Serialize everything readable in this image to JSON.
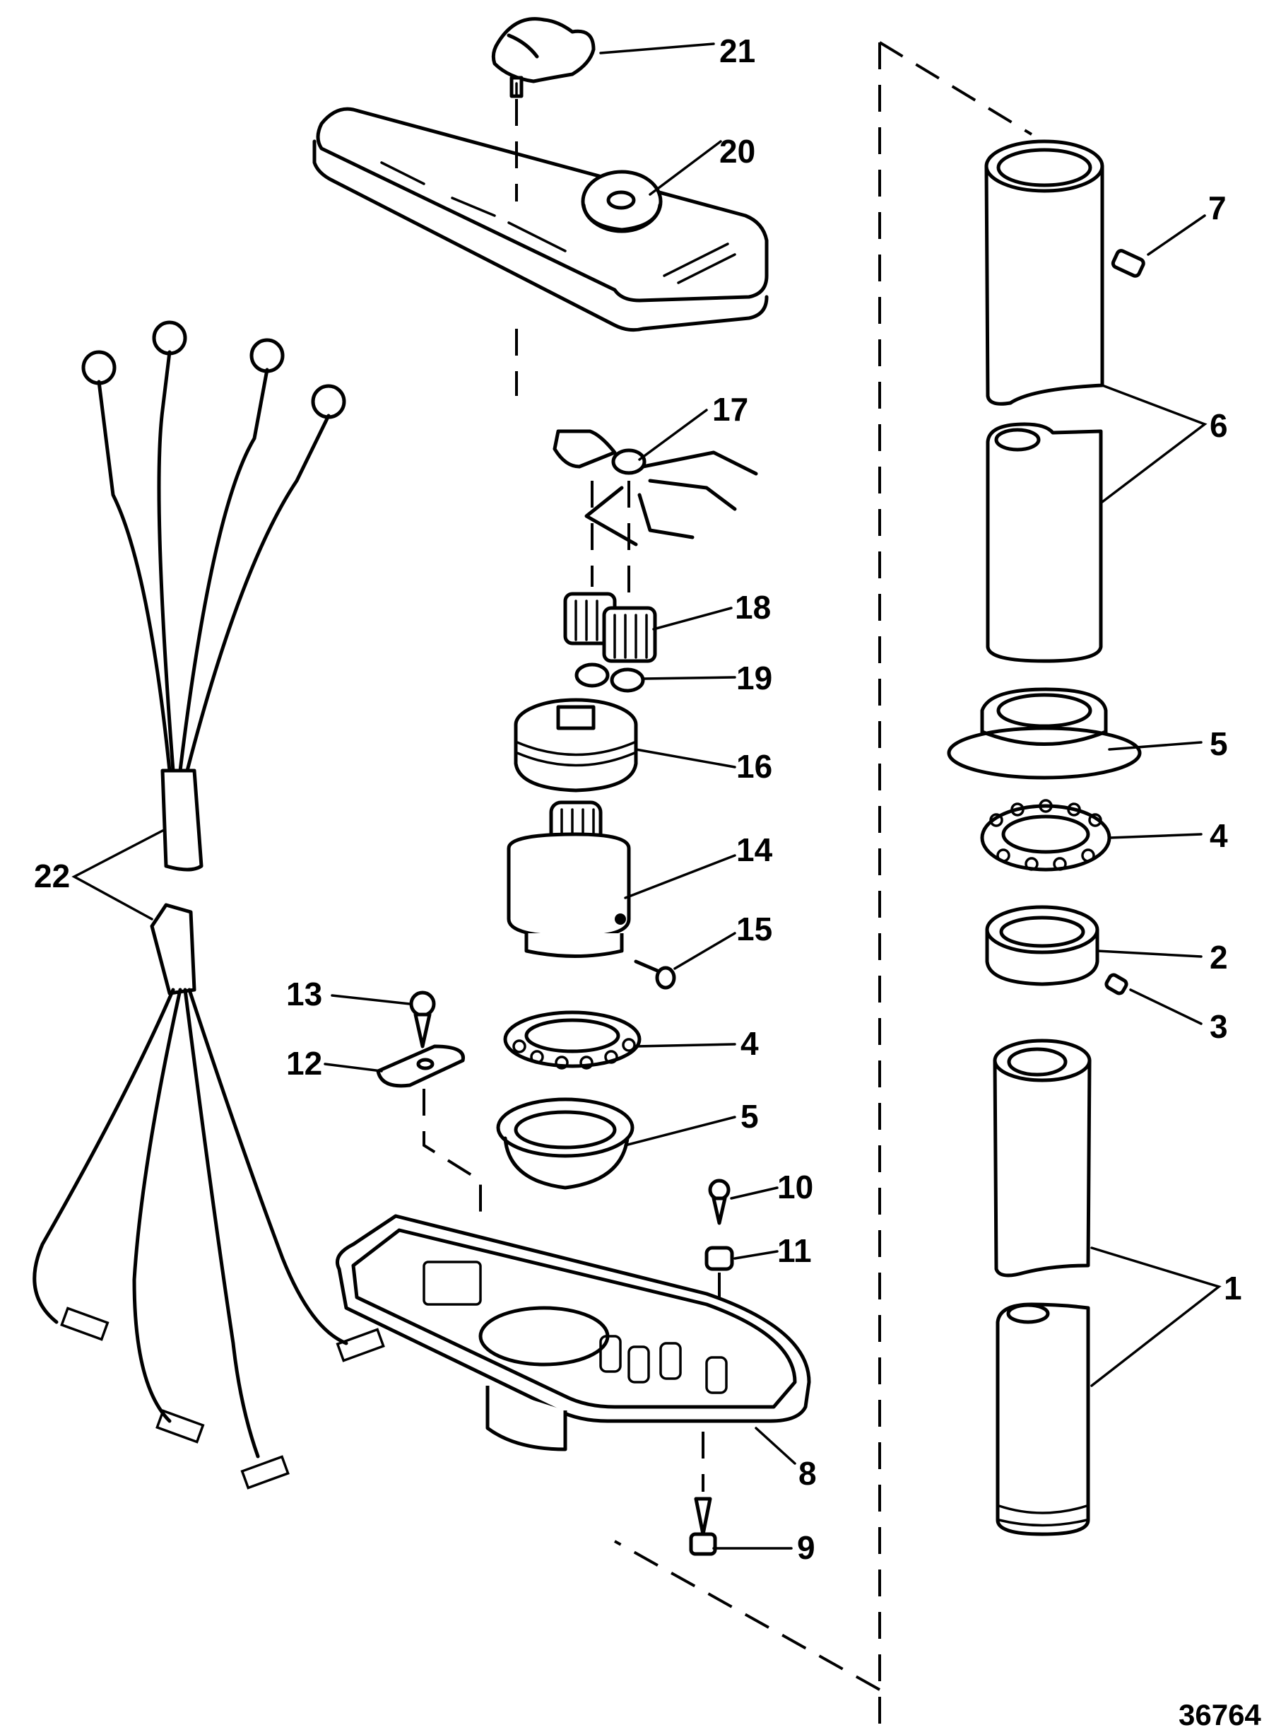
{
  "diagram": {
    "type": "exploded-parts-diagram",
    "figure_number": "36764",
    "callouts": {
      "c1": "1",
      "c2": "2",
      "c3": "3",
      "c4a": "4",
      "c4b": "4",
      "c5a": "5",
      "c5b": "5",
      "c6": "6",
      "c7": "7",
      "c8": "8",
      "c9": "9",
      "c10": "10",
      "c11": "11",
      "c12": "12",
      "c13": "13",
      "c14": "14",
      "c15": "15",
      "c16": "16",
      "c17": "17",
      "c18": "18",
      "c19": "19",
      "c20": "20",
      "c21": "21",
      "c22": "22"
    },
    "parts": [
      {
        "id": "1",
        "name": "lower-shaft-tube-pair"
      },
      {
        "id": "2",
        "name": "collar"
      },
      {
        "id": "3",
        "name": "set-screw"
      },
      {
        "id": "4",
        "name": "bearing"
      },
      {
        "id": "5",
        "name": "bearing-race"
      },
      {
        "id": "6",
        "name": "upper-shaft-tube-pair"
      },
      {
        "id": "7",
        "name": "pin"
      },
      {
        "id": "8",
        "name": "housing-base"
      },
      {
        "id": "9",
        "name": "screw"
      },
      {
        "id": "10",
        "name": "screw"
      },
      {
        "id": "11",
        "name": "nut"
      },
      {
        "id": "12",
        "name": "plate"
      },
      {
        "id": "13",
        "name": "screw"
      },
      {
        "id": "14",
        "name": "gear-hub"
      },
      {
        "id": "15",
        "name": "screw"
      },
      {
        "id": "16",
        "name": "gear-drum"
      },
      {
        "id": "17",
        "name": "switch-contact-spring"
      },
      {
        "id": "18",
        "name": "gears"
      },
      {
        "id": "19",
        "name": "washers"
      },
      {
        "id": "20",
        "name": "knob-seal"
      },
      {
        "id": "21",
        "name": "knob"
      },
      {
        "id": "22",
        "name": "wire-harness"
      }
    ]
  }
}
